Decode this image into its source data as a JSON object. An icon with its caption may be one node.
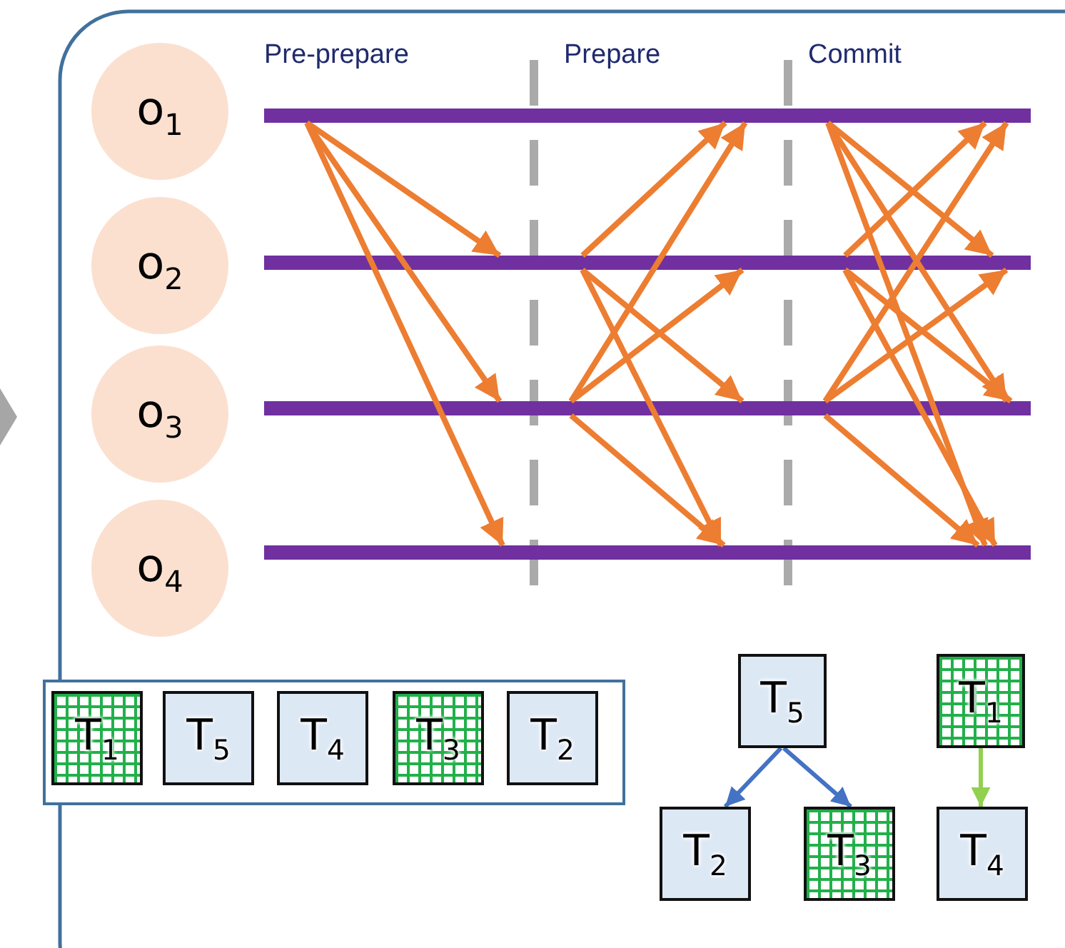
{
  "diagram": {
    "nodes": [
      {
        "text": [
          "o$_{1}$"
        ]
      },
      {
        "text": [
          "o$_{2}$"
        ]
      },
      {
        "text": [
          "o$_{3}$"
        ]
      },
      {
        "text": [
          "o$_{4}$"
        ]
      },
      {
        "text": [],
        "shape": "bar"
      },
      {
        "text": [],
        "shape": "bar"
      },
      {
        "text": [],
        "shape": "bar"
      },
      {
        "text": [],
        "shape": "bar"
      },
      {
        "text": [],
        "shape": "box"
      },
      {
        "text": [
          "T$_{1}$"
        ],
        "in": 8
      },
      {
        "text": [
          "T$_{5}$"
        ],
        "in": 8
      },
      {
        "text": [
          "T$_{4}$"
        ],
        "in": 8
      },
      {
        "text": [
          "T$_{3}$"
        ],
        "in": 8
      },
      {
        "text": [
          "T$_{2}$"
        ],
        "in": 8
      },
      {
        "text": [
          "T$_{5}$"
        ]
      },
      {
        "text": [
          "T$_{1}$"
        ]
      },
      {
        "text": [
          "T$_{2}$"
        ]
      },
      {
        "text": [
          "T$_{3}$"
        ]
      },
      {
        "text": [
          "T$_{4}$"
        ]
      }
    ],
    "edges": [
      {
        "from": 4,
        "to": 5,
        "arrow": "to"
      },
      {
        "from": 4,
        "to": 6,
        "arrow": "to"
      },
      {
        "from": 4,
        "to": 7,
        "arrow": "to"
      },
      {
        "from": 5,
        "to": 4,
        "arrow": "to"
      },
      {
        "from": 5,
        "to": 6,
        "arrow": "to"
      },
      {
        "from": 5,
        "to": 7,
        "arrow": "to"
      },
      {
        "from": 6,
        "to": 4,
        "arrow": "to"
      },
      {
        "from": 6,
        "to": 5,
        "arrow": "to"
      },
      {
        "from": 6,
        "to": 7,
        "arrow": "to"
      },
      {
        "from": 4,
        "to": 5,
        "arrow": "to"
      },
      {
        "from": 4,
        "to": 6,
        "arrow": "to"
      },
      {
        "from": 4,
        "to": 7,
        "arrow": "to"
      },
      {
        "from": 5,
        "to": 4,
        "arrow": "to"
      },
      {
        "from": 5,
        "to": 6,
        "arrow": "to"
      },
      {
        "from": 5,
        "to": 7,
        "arrow": "to"
      },
      {
        "from": 6,
        "to": 4,
        "arrow": "to"
      },
      {
        "from": 6,
        "to": 5,
        "arrow": "to"
      },
      {
        "from": 6,
        "to": 7,
        "arrow": "to"
      },
      {
        "from": 14,
        "to": 16,
        "arrow": "to",
        "color": "#4472c4"
      },
      {
        "from": 14,
        "to": 17,
        "arrow": "to",
        "color": "#4472c4"
      },
      {
        "from": 15,
        "to": 18,
        "arrow": "to",
        "color": "#92d050"
      }
    ],
    "labels": [
      "Pre-prepare",
      "Prepare",
      "Commit"
    ]
  }
}
